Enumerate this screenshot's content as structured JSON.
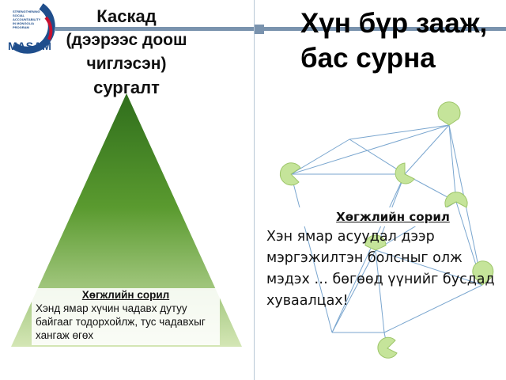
{
  "logo": {
    "word": "MASAM",
    "tagline": "STRENGTHENING SOCIAL ACCOUNTABILITY IN MONGOLIA PROGRAM"
  },
  "left": {
    "title_line1": "Каскад",
    "title_rest": "(дээрээс доош чиглэсэн)",
    "title_line3": "сургалт",
    "box_header": "Хөгжлийн сорил",
    "box_body": "Хэнд ямар хүчин чадавх дутуу байгааг тодорхойлж, тус чадавхыг хангаж өгөх"
  },
  "right": {
    "title": "Хүн бүр зааж, бас сурна",
    "box_header": "Хөгжлийн сорил",
    "box_body": "Хэн ямар асуудал дээр мэргэжилтэн болсныг олж мэдэх … бөгөөд үүнийг бусдад хуваалцах!"
  },
  "colors": {
    "pyramid_top": "#2f6e1c",
    "pyramid_bottom": "#d4e6b5",
    "node": "#c5e49a",
    "edge": "#7aa6cf",
    "bar": "#7a93ae"
  }
}
